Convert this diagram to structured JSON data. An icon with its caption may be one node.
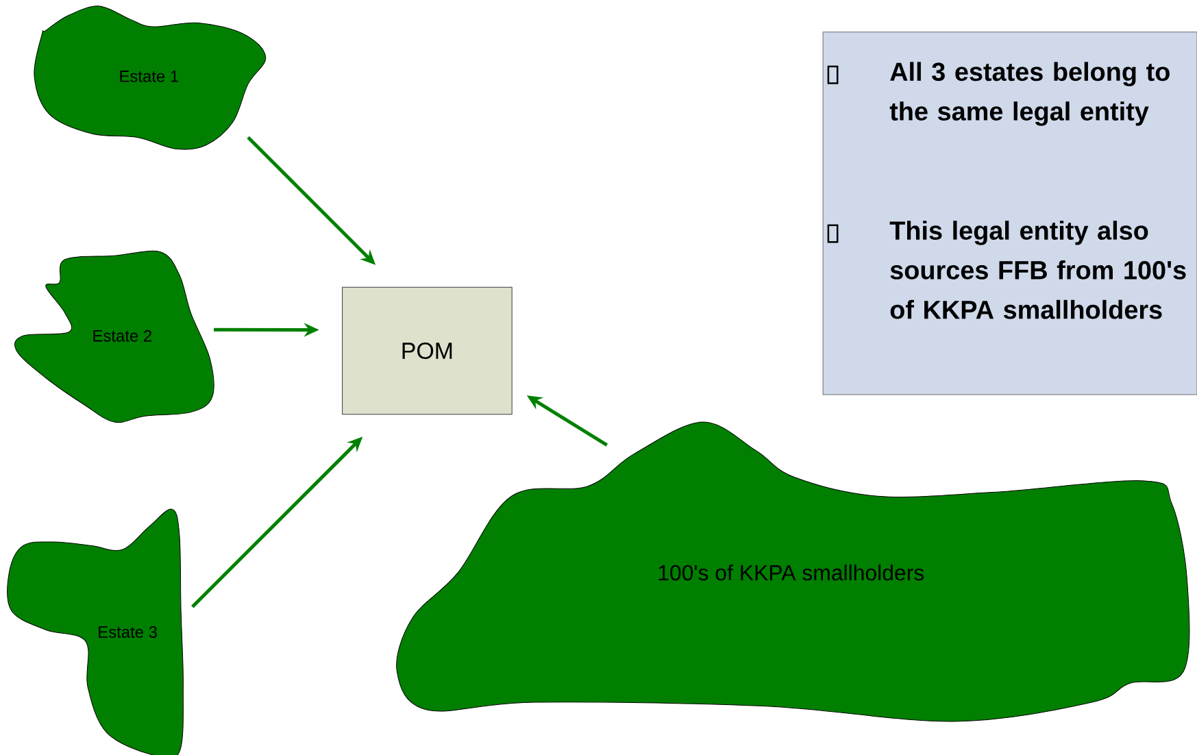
{
  "diagram": {
    "nodes": [
      {
        "text": [
          "Estate 1"
        ]
      },
      {
        "text": [
          "Estate 2"
        ]
      },
      {
        "text": [
          "Estate 3"
        ]
      },
      {
        "text": [
          "POM"
        ]
      },
      {
        "text": [
          "100's of KKPA smallholders"
        ]
      },
      {
        "text": [
          "All 3 estates belong to the same legal entity",
          "This legal entity also sources FFB from 100's of KKPA smallholders"
        ]
      }
    ],
    "edges": [
      {
        "from": 0,
        "to": 3,
        "arrow": "to"
      },
      {
        "from": 1,
        "to": 3,
        "arrow": "to"
      },
      {
        "from": 2,
        "to": 3,
        "arrow": "to"
      },
      {
        "from": 4,
        "to": 3,
        "arrow": "to"
      }
    ]
  }
}
